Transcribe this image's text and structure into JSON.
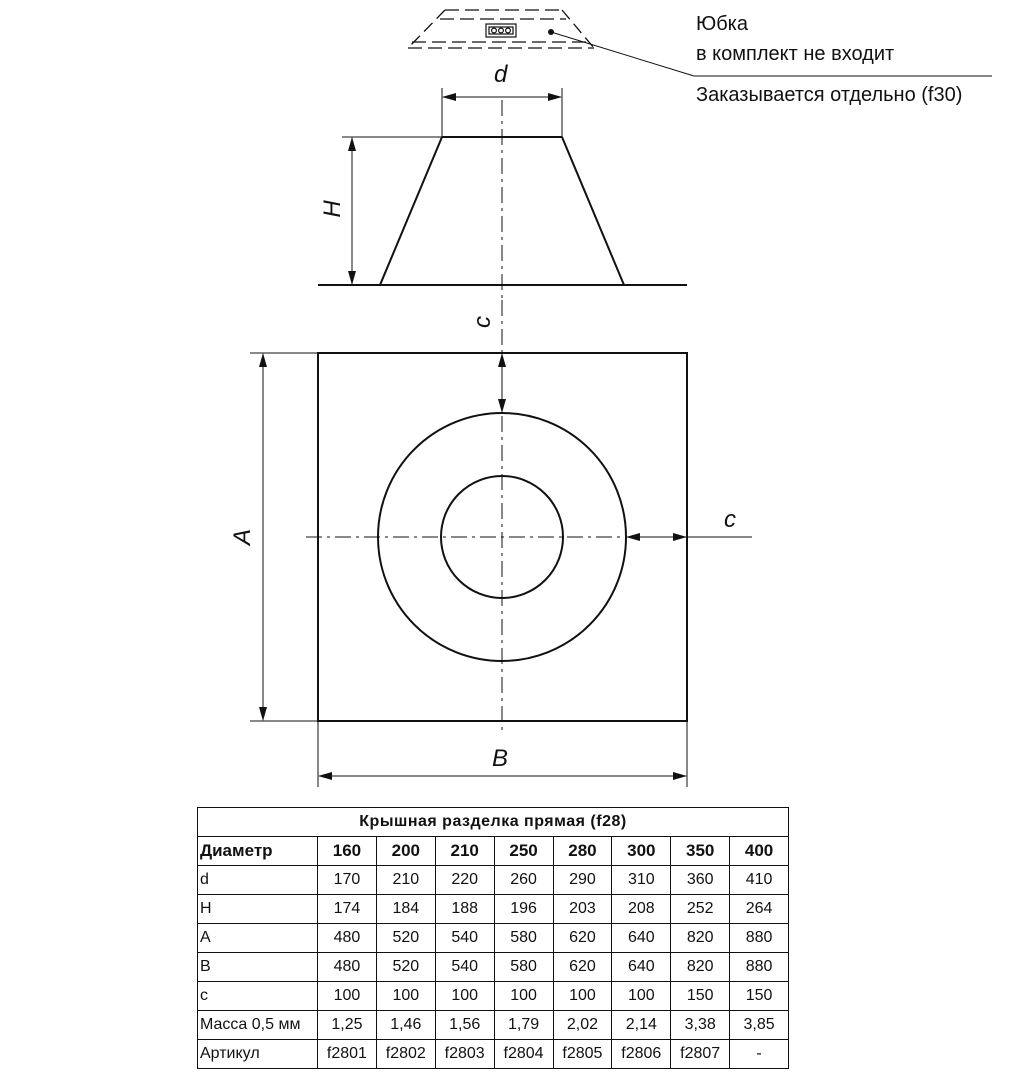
{
  "drawing": {
    "labels": {
      "d": "d",
      "H": "H",
      "c_top": "c",
      "c_side": "c",
      "A": "A",
      "B": "B"
    },
    "skirt_note": {
      "line1": "Юбка",
      "line2": "в комплект не входит",
      "line3": "Заказывается отдельно (f30)"
    }
  },
  "table": {
    "title": "Крышная разделка прямая (f28)",
    "header_label": "Диаметр",
    "diameters": [
      "160",
      "200",
      "210",
      "250",
      "280",
      "300",
      "350",
      "400"
    ],
    "rows": [
      {
        "label": "d",
        "values": [
          "170",
          "210",
          "220",
          "260",
          "290",
          "310",
          "360",
          "410"
        ]
      },
      {
        "label": "H",
        "values": [
          "174",
          "184",
          "188",
          "196",
          "203",
          "208",
          "252",
          "264"
        ]
      },
      {
        "label": "A",
        "values": [
          "480",
          "520",
          "540",
          "580",
          "620",
          "640",
          "820",
          "880"
        ]
      },
      {
        "label": "B",
        "values": [
          "480",
          "520",
          "540",
          "580",
          "620",
          "640",
          "820",
          "880"
        ]
      },
      {
        "label": "c",
        "values": [
          "100",
          "100",
          "100",
          "100",
          "100",
          "100",
          "150",
          "150"
        ]
      },
      {
        "label": "Масса 0,5 мм",
        "values": [
          "1,25",
          "1,46",
          "1,56",
          "1,79",
          "2,02",
          "2,14",
          "3,38",
          "3,85"
        ]
      },
      {
        "label": "Артикул",
        "values": [
          "f2801",
          "f2802",
          "f2803",
          "f2804",
          "f2805",
          "f2806",
          "f2807",
          "-"
        ]
      }
    ]
  }
}
